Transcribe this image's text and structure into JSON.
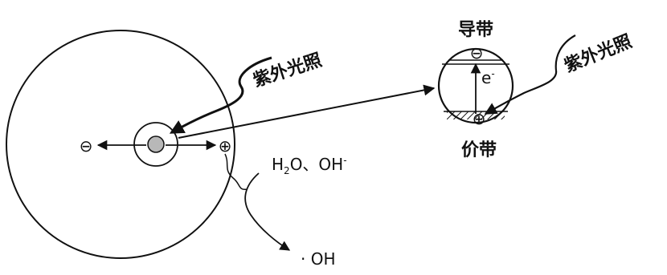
{
  "colors": {
    "ink": "#111111",
    "particle_core": "#b8b8b8",
    "background": "#ffffff"
  },
  "labels": {
    "uv_left": "紫外光照",
    "uv_right": "紫外光照",
    "conduction_band": "导带",
    "valence_band": "价带",
    "electron": "e",
    "electron_sup": "-",
    "reactant_h2o": "H",
    "reactant_sub": "2",
    "reactant_rest": "O、OH",
    "reactant_sup": "-",
    "product": "· OH"
  },
  "symbols": {
    "electron_left": "⊖",
    "hole_right": "⊕",
    "electron_band": "⊖",
    "hole_band": "⊕"
  }
}
